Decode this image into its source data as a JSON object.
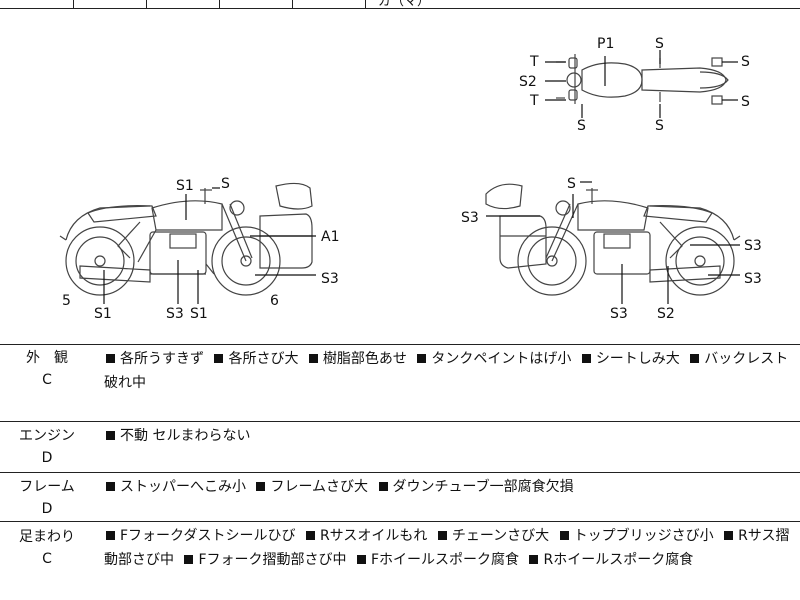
{
  "top_note": "ガ（マ）",
  "diagram": {
    "top_view_labels": [
      "P1",
      "S",
      "T",
      "S2",
      "T",
      "S",
      "S",
      "S",
      "S"
    ],
    "left_view_labels": [
      "S1",
      "S",
      "A1",
      "S3",
      "5",
      "S1",
      "S3",
      "S1",
      "6"
    ],
    "right_view_labels": [
      "S",
      "S3",
      "S3",
      "S3",
      "S3",
      "S2"
    ]
  },
  "sections": [
    {
      "label": "外　観",
      "grade": "C",
      "items": [
        "各所うすきず",
        "各所さび大",
        "樹脂部色あせ",
        "タンクペイントはげ小",
        "シートしみ大",
        "バックレスト破れ中"
      ]
    },
    {
      "label": "エンジン",
      "grade": "D",
      "items": [
        "不動 セルまわらない"
      ]
    },
    {
      "label": "フレーム",
      "grade": "D",
      "items": [
        "ストッパーへこみ小",
        "フレームさび大",
        "ダウンチューブ一部腐食欠損"
      ]
    },
    {
      "label": "足まわり",
      "grade": "C",
      "items": [
        "Fフォークダストシールひび",
        "Rサスオイルもれ",
        "チェーンさび大",
        "トップブリッジさび小",
        "Rサス摺動部さび中",
        "Fフォーク摺動部さび中",
        "Fホイールスポーク腐食",
        "Rホイールスポーク腐食"
      ]
    }
  ]
}
